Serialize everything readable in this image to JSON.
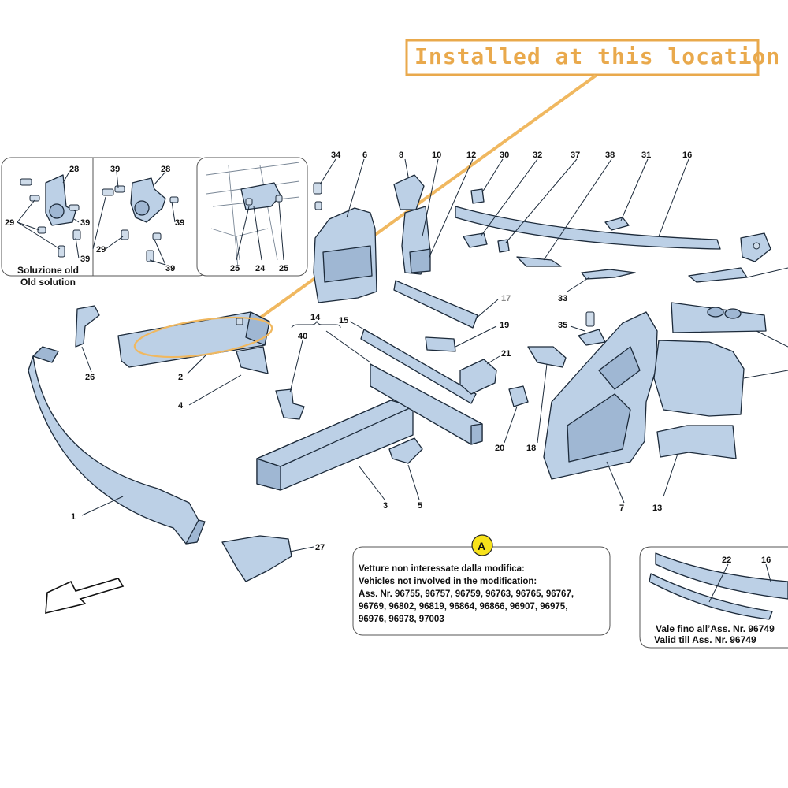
{
  "banner": {
    "text": "Installed at this location",
    "color": "#e9a94c"
  },
  "inset_old": {
    "label_it": "Soluzione old",
    "label_en": "Old solution"
  },
  "inset_detail_valid": {
    "label_it": "Vale fino all’Ass. Nr. 96749",
    "label_en": "Valid till Ass. Nr. 96749"
  },
  "callout_a": {
    "badge": "A",
    "line1": "Vetture non interessate dalla modifica:",
    "line2": "Vehicles not involved in the modification:",
    "line3": "Ass. Nr. 96755, 96757, 96759, 96763, 96765, 96767,",
    "line4": "96769, 96802, 96819, 96864, 96866, 96907, 96975,",
    "line5": "96976, 96978, 97003"
  },
  "part_numbers": {
    "n1": "1",
    "n2": "2",
    "n3": "3",
    "n4": "4",
    "n5": "5",
    "n6": "6",
    "n7": "7",
    "n8": "8",
    "n10": "10",
    "n12": "12",
    "n13": "13",
    "n14": "14",
    "n15": "15",
    "n16": "16",
    "n17": "17",
    "n18": "18",
    "n19": "19",
    "n20": "20",
    "n21": "21",
    "n22": "22",
    "n24": "24",
    "n25": "25",
    "n26": "26",
    "n27": "27",
    "n28": "28",
    "n29": "29",
    "n30": "30",
    "n31": "31",
    "n32": "32",
    "n33": "33",
    "n34": "34",
    "n35": "35",
    "n37": "37",
    "n38": "38",
    "n39": "39",
    "n40": "40"
  },
  "colors": {
    "part_fill": "#bcd0e6",
    "outline": "#1c2a3a",
    "highlight": "#f0b860",
    "badge": "#f7e21b"
  }
}
